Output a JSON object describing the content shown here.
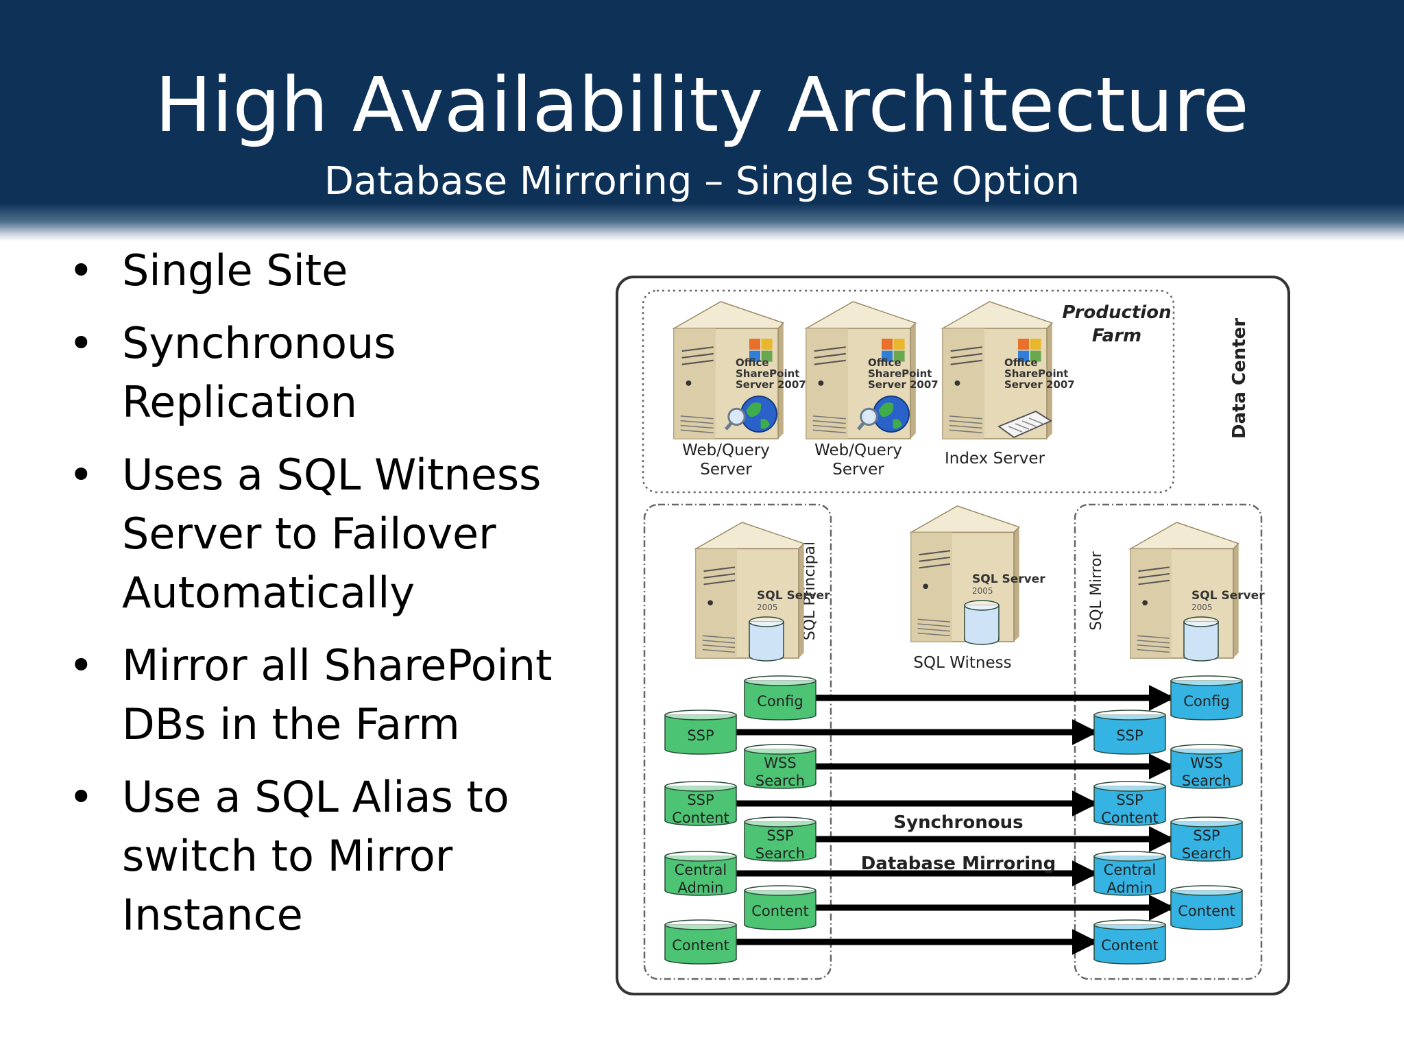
{
  "slide": {
    "title": "High Availability Architecture",
    "subtitle": "Database Mirroring – Single Site Option"
  },
  "bullets": [
    "Single Site",
    "Synchronous Replication",
    "Uses a SQL Witness Server to Failover Automatically",
    "Mirror all SharePoint DBs in the Farm",
    "Use a SQL Alias to switch to Mirror Instance"
  ],
  "diagram": {
    "data_center_label": "Data Center",
    "production_farm_label": [
      "Production",
      "Farm"
    ],
    "servers": [
      {
        "label": [
          "Web/Query",
          "Server"
        ],
        "brand": [
          "Office",
          "SharePoint",
          "Server 2007"
        ]
      },
      {
        "label": [
          "Web/Query",
          "Server"
        ],
        "brand": [
          "Office",
          "SharePoint",
          "Server 2007"
        ]
      },
      {
        "label": [
          "Index Server"
        ],
        "brand": [
          "Office",
          "SharePoint",
          "Server 2007"
        ]
      }
    ],
    "sql_principal_label": "SQL Principal",
    "sql_mirror_label": "SQL Mirror",
    "sql_witness_label": "SQL Witness",
    "sql_brand": "SQL Server",
    "sql_version": "2005",
    "mirroring_label": [
      "Synchronous",
      "Database Mirroring"
    ],
    "databases": [
      "Config",
      "SSP",
      "WSS Search",
      "SSP Content",
      "SSP Search",
      "Central Admin",
      "Content",
      "Content"
    ],
    "colors": {
      "principal_db": "#4dc474",
      "mirror_db": "#35b4e3",
      "server_body": "#e6d9b8",
      "arrow": "#000000"
    }
  }
}
